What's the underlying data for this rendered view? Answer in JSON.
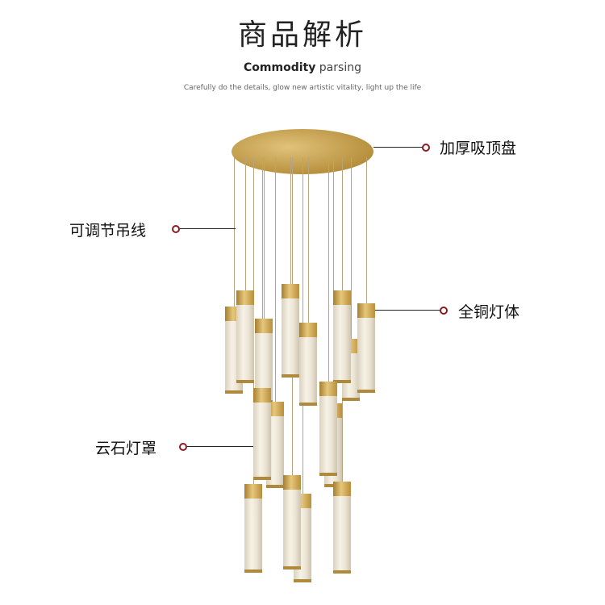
{
  "header": {
    "title": "商品解析",
    "subtitle_bold": "Commodity",
    "subtitle_light": "parsing",
    "tagline": "Carefully do the details, glow new artistic vitality, light up the life"
  },
  "callouts": {
    "ceiling_plate": "加厚吸顶盘",
    "wire": "可调节吊线",
    "body": "全铜灯体",
    "shade": "云石灯罩"
  },
  "colors": {
    "brass": "#c9a552",
    "dot": "#8b1a22"
  }
}
